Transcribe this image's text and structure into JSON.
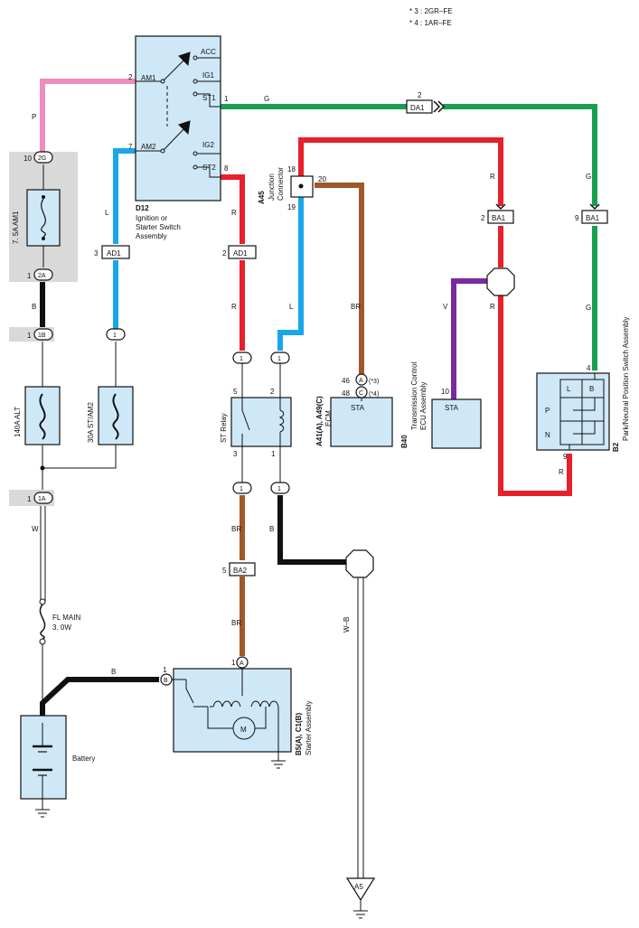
{
  "notes": [
    "* 3 : 2GR–FE",
    "* 4 : 1AR–FE"
  ],
  "colors": {
    "pink": "#f08cc0",
    "blue": "#1aa6e8",
    "green": "#18a050",
    "red": "#e8202a",
    "brown": "#a0582a",
    "purple": "#7a2aa0",
    "black": "#111111",
    "box_fill": "#cfe8f7",
    "fuse_bg": "#d9d9d9"
  },
  "components": {
    "d12": {
      "code": "D12",
      "name_lines": [
        "Ignition or",
        "Starter Switch",
        "Assembly"
      ],
      "terminals": [
        "ACC",
        "IG1",
        "ST1",
        "IG2",
        "ST2",
        "AM1",
        "AM2"
      ]
    },
    "a45": {
      "code": "A45",
      "name_lines": [
        "Junction",
        "Connector"
      ]
    },
    "st_relay": {
      "name": "ST Relay"
    },
    "ecm": {
      "code": "A41(A), A49(C)",
      "name": "ECM",
      "terminal": "STA"
    },
    "b40": {
      "code": "B40",
      "name_lines": [
        "Transmission Control",
        "ECU Assembly"
      ],
      "terminal": "STA"
    },
    "b2": {
      "code": "B2",
      "name": "Park/Neutral Position Switch Assembly",
      "cells": [
        "L",
        "B",
        "P",
        "N"
      ]
    },
    "b5": {
      "code": "B5(A), C1(B)",
      "name": "Starter Assembly",
      "motor": "M"
    },
    "battery": {
      "name": "Battery"
    },
    "fuse_am1": {
      "label": "7. 5A AM1"
    },
    "fuse_alt": {
      "label": "140A ALT"
    },
    "fuse_st": {
      "label": "30A ST/AM2"
    },
    "fl_main": {
      "label_lines": [
        "FL MAIN",
        "3. 0W"
      ]
    },
    "ground_a5": {
      "label": "A5"
    }
  },
  "connectors": {
    "c2g": "2G",
    "c2a": "2A",
    "c1b": "1B",
    "c1a": "1A",
    "ad1": "AD1",
    "da1": "DA1",
    "ba1": "BA1",
    "ba2": "BA2",
    "one": "1",
    "a": "A",
    "b": "B",
    "c": "C",
    "a3": "(*3)",
    "c4": "(*4)"
  },
  "pins": {
    "p10": "10",
    "p1": "1",
    "p2": "2",
    "p3": "3",
    "p4": "4",
    "p5": "5",
    "p7": "7",
    "p8": "8",
    "p9": "9",
    "p18": "18",
    "p19": "19",
    "p20": "20",
    "p46": "46",
    "p48": "48"
  },
  "wire_colors": {
    "P": "P",
    "B": "B",
    "L": "L",
    "R": "R",
    "G": "G",
    "BR": "BR",
    "V": "V",
    "W": "W",
    "WB": "W–B"
  }
}
